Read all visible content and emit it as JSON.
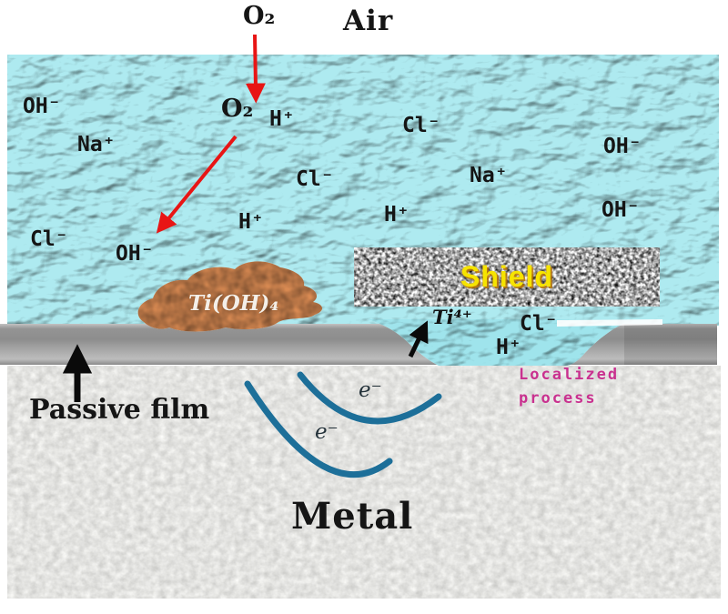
{
  "scene": {
    "air_label": "Air",
    "o2_atmosphere": "O₂",
    "o2_dissolved": "O₂",
    "metal_label": "Metal",
    "passive_film_label": "Passive film",
    "shield_label": "Shield",
    "localized_line1": "Localized",
    "localized_line2": "process",
    "deposit_label": "Ti(OH)₄",
    "ti_ion_label": "Ti⁴⁺",
    "electron_label_upper": "e⁻",
    "electron_label_lower": "e⁻"
  },
  "ions": [
    {
      "species": "hydroxide",
      "label": "OH⁻"
    },
    {
      "species": "sodium",
      "label": "Na⁺"
    },
    {
      "species": "chloride",
      "label": "Cl⁻"
    },
    {
      "species": "hydroxide",
      "label": "OH⁻"
    },
    {
      "species": "proton",
      "label": "H⁺"
    },
    {
      "species": "chloride",
      "label": "Cl⁻"
    },
    {
      "species": "proton",
      "label": "H⁺"
    },
    {
      "species": "chloride",
      "label": "Cl⁻"
    },
    {
      "species": "proton",
      "label": "H⁺"
    },
    {
      "species": "sodium",
      "label": "Na⁺"
    },
    {
      "species": "hydroxide",
      "label": "OH⁻"
    },
    {
      "species": "hydroxide",
      "label": "OH⁻"
    },
    {
      "species": "chloride",
      "label": "Cl⁻"
    },
    {
      "species": "proton",
      "label": "H⁺"
    }
  ],
  "colors": {
    "electrolyte_base": "#aeeaf0",
    "arrow_red": "#e81515",
    "shield_text_yellow": "#f6e400",
    "localized_magenta": "#c9318f",
    "electron_arc_teal": "#1d6f99",
    "deposit_orange": "#d98a52",
    "film_gray": "#9a9a9a",
    "metal_speckle": "#e9e9e7"
  }
}
